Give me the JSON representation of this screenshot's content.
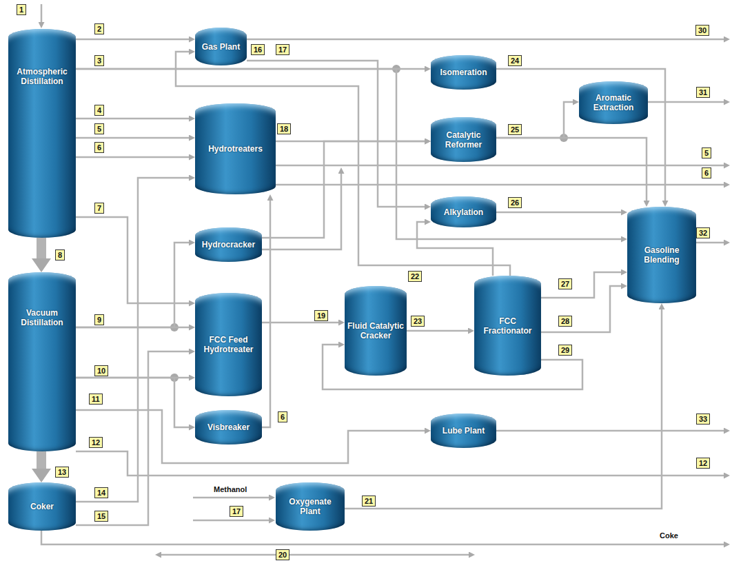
{
  "diagram": {
    "nodes": [
      {
        "text": [
          "Atmospheric Distillation"
        ]
      },
      {
        "text": [
          "Vacuum Distillation"
        ]
      },
      {
        "text": [
          "Coker"
        ]
      },
      {
        "text": [
          "Gas Plant"
        ]
      },
      {
        "text": [
          "Hydrotreaters"
        ]
      },
      {
        "text": [
          "Hydrocracker"
        ]
      },
      {
        "text": [
          "FCC Feed Hydrotreater"
        ]
      },
      {
        "text": [
          "Visbreaker"
        ]
      },
      {
        "text": [
          "Isomeration"
        ]
      },
      {
        "text": [
          "Catalytic Reformer"
        ]
      },
      {
        "text": [
          "Aromatic Extraction"
        ]
      },
      {
        "text": [
          "Alkylation"
        ]
      },
      {
        "text": [
          "Fluid Catalytic Cracker"
        ]
      },
      {
        "text": [
          "FCC Fractionator"
        ]
      },
      {
        "text": [
          "Gasoline Blending"
        ]
      },
      {
        "text": [
          "Lube Plant"
        ]
      },
      {
        "text": [
          "Oxygenate Plant"
        ]
      }
    ],
    "edges": [
      {
        "from": 0,
        "to": 3,
        "arrow": "to"
      },
      {
        "from": 0,
        "to": 8,
        "arrow": "to"
      },
      {
        "from": 0,
        "to": 14,
        "arrow": "to"
      },
      {
        "from": 0,
        "to": 4,
        "arrow": "to"
      },
      {
        "from": 0,
        "to": 4,
        "arrow": "to"
      },
      {
        "from": 0,
        "to": 4,
        "arrow": "to"
      },
      {
        "from": 0,
        "to": 6,
        "arrow": "to"
      },
      {
        "from": 0,
        "to": 1,
        "arrow": "to"
      },
      {
        "from": 1,
        "to": 6,
        "arrow": "to"
      },
      {
        "from": 1,
        "to": 5,
        "arrow": "to"
      },
      {
        "from": 1,
        "to": 6,
        "arrow": "to"
      },
      {
        "from": 1,
        "to": 7,
        "arrow": "to"
      },
      {
        "from": 1,
        "to": 15,
        "arrow": "to"
      },
      {
        "from": 1,
        "to": 2,
        "arrow": "to"
      },
      {
        "from": 2,
        "to": 4,
        "arrow": "to"
      },
      {
        "from": 2,
        "to": 6,
        "arrow": "to"
      },
      {
        "from": 7,
        "to": 4,
        "arrow": "to"
      },
      {
        "from": 5,
        "to": 9,
        "arrow": "to"
      },
      {
        "from": 4,
        "to": 9,
        "arrow": "to"
      },
      {
        "from": 3,
        "to": 11,
        "arrow": "to"
      },
      {
        "from": 13,
        "to": 3,
        "arrow": "to"
      },
      {
        "from": 13,
        "to": 11,
        "arrow": "to"
      },
      {
        "from": 6,
        "to": 12,
        "arrow": "to"
      },
      {
        "from": 12,
        "to": 13,
        "arrow": "to"
      },
      {
        "from": 13,
        "to": 12,
        "arrow": "to"
      },
      {
        "from": 13,
        "to": 14,
        "arrow": "to"
      },
      {
        "from": 13,
        "to": 14,
        "arrow": "to"
      },
      {
        "from": 8,
        "to": 14,
        "arrow": "to"
      },
      {
        "from": 9,
        "to": 10,
        "arrow": "to"
      },
      {
        "from": 9,
        "to": 14,
        "arrow": "to"
      },
      {
        "from": 11,
        "to": 14,
        "arrow": "to"
      },
      {
        "from": 16,
        "to": 14,
        "arrow": "to"
      }
    ],
    "labels": [
      "1",
      "2",
      "3",
      "4",
      "5",
      "6",
      "7",
      "8",
      "9",
      "10",
      "11",
      "12",
      "13",
      "14",
      "15",
      "16",
      "17",
      "18",
      "6",
      "19",
      "22",
      "23",
      "24",
      "25",
      "26",
      "27",
      "28",
      "29",
      "30",
      "31",
      "5",
      "6",
      "32",
      "33",
      "12",
      "21",
      "Methanol",
      "17",
      "Coke",
      "20"
    ]
  }
}
